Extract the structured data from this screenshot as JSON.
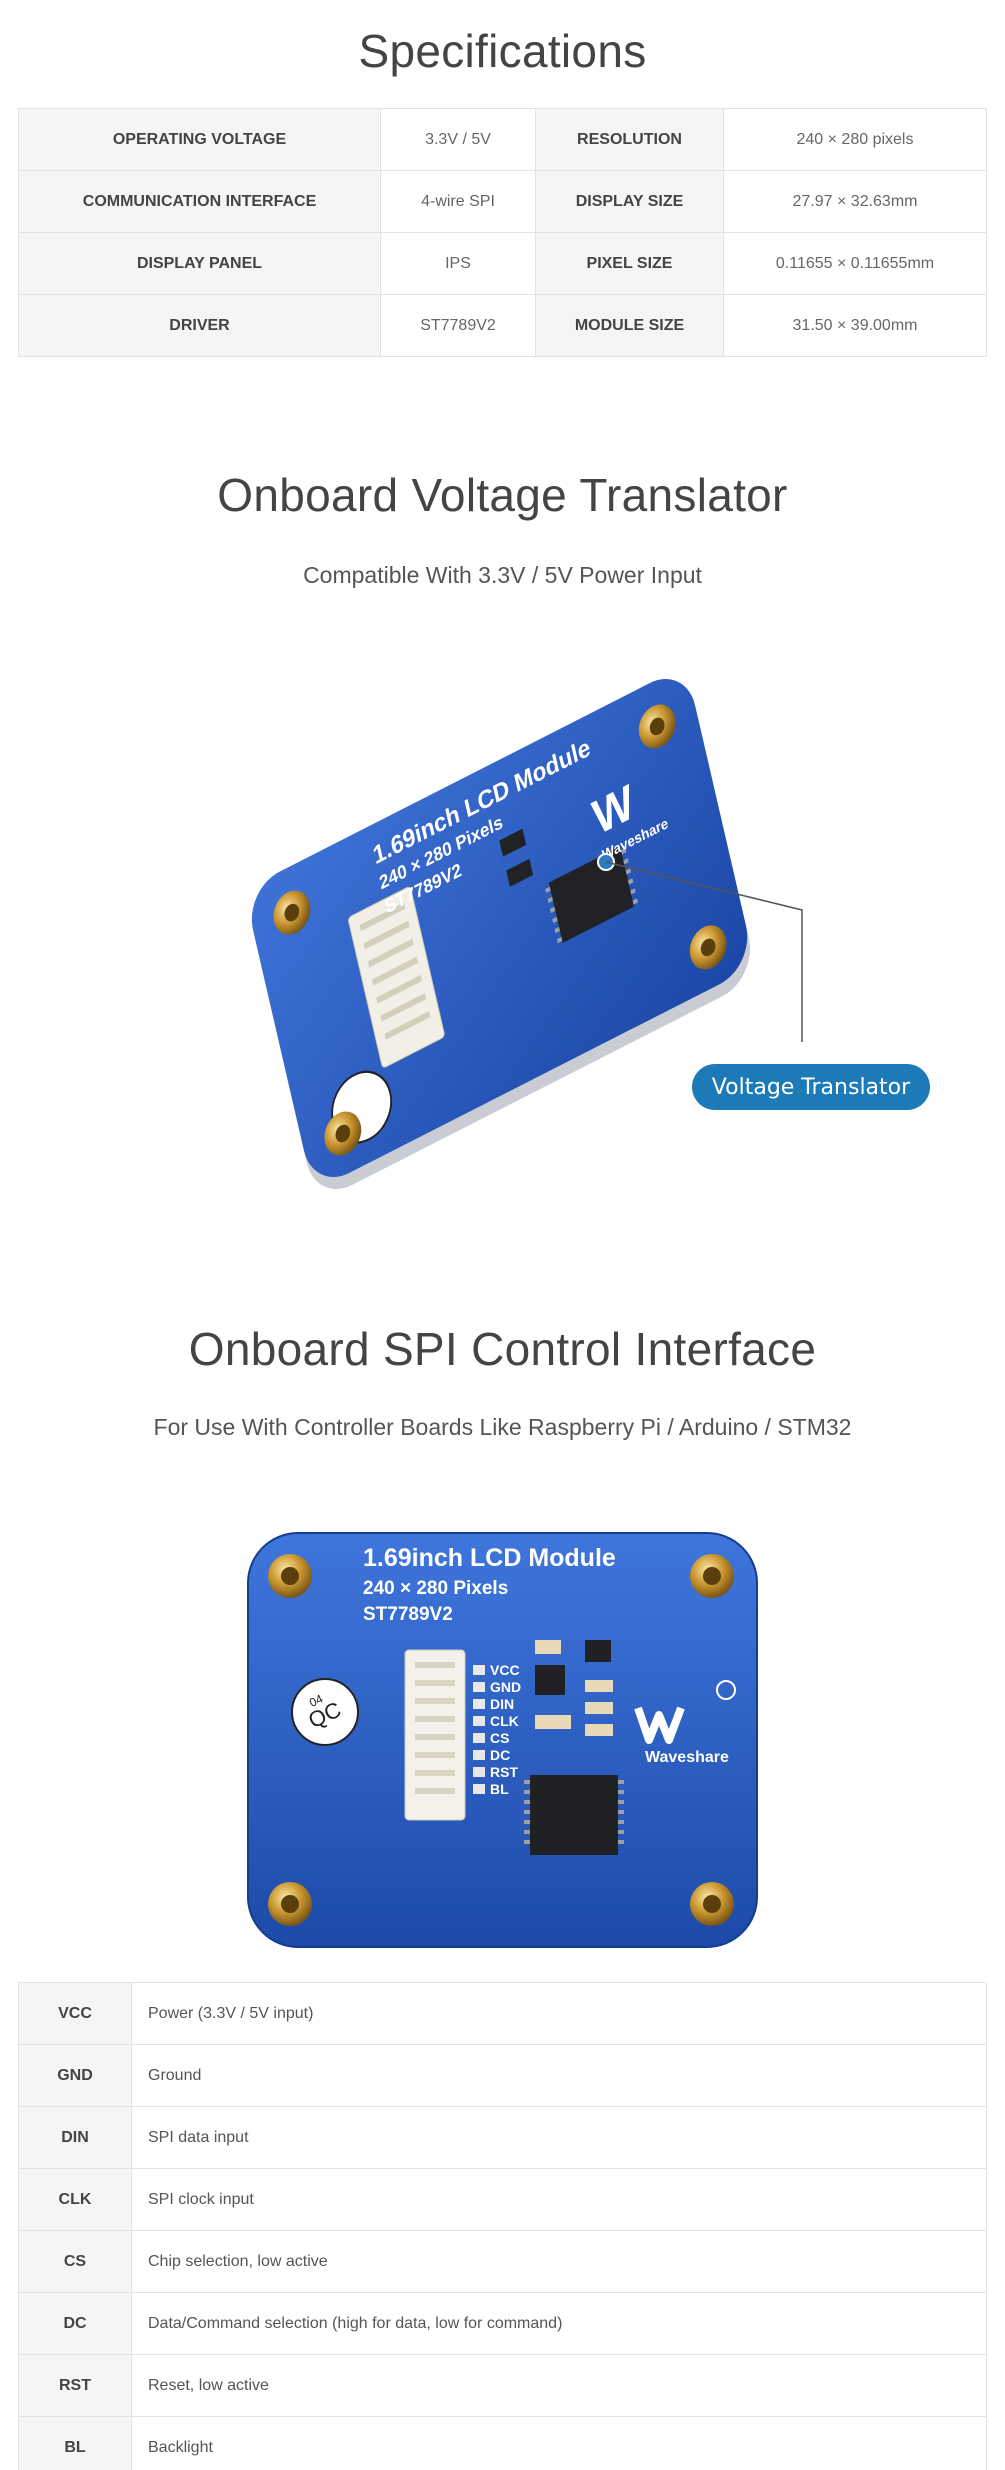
{
  "specs": {
    "title": "Specifications",
    "rows": [
      {
        "k1": "OPERATING VOLTAGE",
        "v1": "3.3V / 5V",
        "k2": "RESOLUTION",
        "v2": "240 × 280 pixels"
      },
      {
        "k1": "COMMUNICATION INTERFACE",
        "v1": "4-wire SPI",
        "k2": "DISPLAY SIZE",
        "v2": "27.97 × 32.63mm"
      },
      {
        "k1": "DISPLAY PANEL",
        "v1": "IPS",
        "k2": "PIXEL SIZE",
        "v2": "0.11655 × 0.11655mm"
      },
      {
        "k1": "DRIVER",
        "v1": "ST7789V2",
        "k2": "MODULE SIZE",
        "v2": "31.50 × 39.00mm"
      }
    ]
  },
  "voltage": {
    "title": "Onboard Voltage Translator",
    "subtitle": "Compatible With 3.3V / 5V Power Input",
    "callout": "Voltage Translator"
  },
  "board": {
    "line1": "1.69inch LCD Module",
    "line2": "240 × 280 Pixels",
    "line3": "ST7789V2",
    "brand": "Waveshare",
    "qc": "QC",
    "qc_num": "04",
    "pin_labels": [
      "VCC",
      "GND",
      "DIN",
      "CLK",
      "CS",
      "DC",
      "RST",
      "BL"
    ]
  },
  "spi": {
    "title": "Onboard SPI Control Interface",
    "subtitle": "For Use With Controller Boards Like Raspberry Pi / Arduino / STM32"
  },
  "pins": [
    {
      "name": "VCC",
      "desc": "Power (3.3V / 5V input)"
    },
    {
      "name": "GND",
      "desc": "Ground"
    },
    {
      "name": "DIN",
      "desc": "SPI data input"
    },
    {
      "name": "CLK",
      "desc": "SPI clock input"
    },
    {
      "name": "CS",
      "desc": "Chip selection, low active"
    },
    {
      "name": "DC",
      "desc": "Data/Command selection (high for data, low for command)"
    },
    {
      "name": "RST",
      "desc": "Reset, low active"
    },
    {
      "name": "BL",
      "desc": "Backlight"
    }
  ]
}
